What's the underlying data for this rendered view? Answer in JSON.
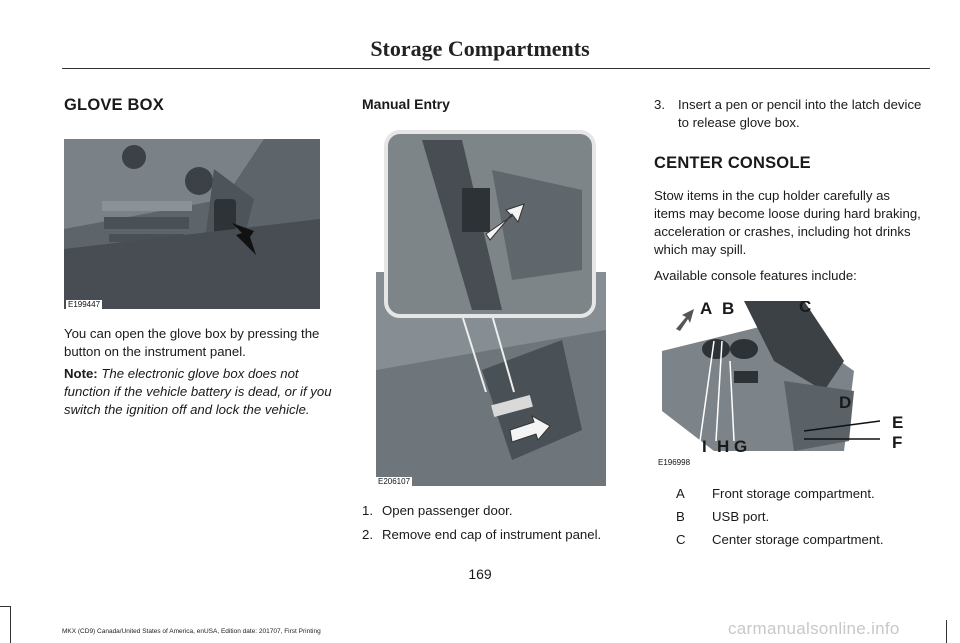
{
  "header": {
    "title": "Storage Compartments"
  },
  "glove_box": {
    "heading": "GLOVE BOX",
    "figure_code": "E199447",
    "body": "You can open the glove box by pressing the button on the instrument panel.",
    "note_label": "Note:",
    "note_text": "The electronic glove box does not function if the vehicle battery is dead, or if you switch the ignition off and lock the vehicle."
  },
  "manual_entry": {
    "heading": "Manual Entry",
    "figure_code": "E206107",
    "steps": [
      {
        "num": "1.",
        "text": "Open passenger door."
      },
      {
        "num": "2.",
        "text": "Remove end cap of instrument panel."
      },
      {
        "num": "3.",
        "text": "Insert a pen or pencil into the latch device to release glove box."
      }
    ]
  },
  "center_console": {
    "heading": "CENTER CONSOLE",
    "body": "Stow items in the cup holder carefully as items may become loose during hard braking, acceleration or crashes, including hot drinks which may spill.",
    "intro": "Available console features include:",
    "figure_code": "E196998",
    "callouts": [
      "A",
      "B",
      "C",
      "D",
      "E",
      "F",
      "G",
      "H",
      "I"
    ],
    "features": [
      {
        "key": "A",
        "label": "Front storage compartment."
      },
      {
        "key": "B",
        "label": "USB port."
      },
      {
        "key": "C",
        "label": "Center storage compartment."
      }
    ]
  },
  "page_number": "169",
  "footer": "MKX (CD9) Canada/United States of America, enUSA, Edition date: 201707, First Printing",
  "watermark": "carmanualsonline.info"
}
